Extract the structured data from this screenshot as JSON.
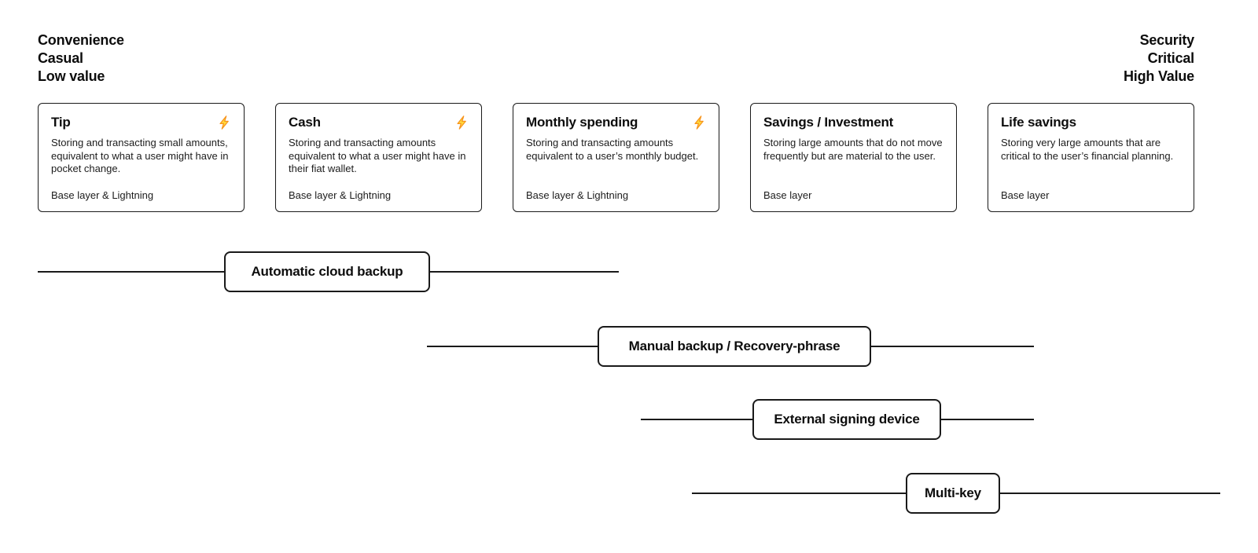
{
  "colors": {
    "background": "#ffffff",
    "text": "#0d0d0d",
    "border": "#1a1a1a",
    "lightning_fill": "#FFD83B",
    "lightning_stroke": "#F7941D"
  },
  "spectrum": {
    "left": {
      "lines": [
        "Convenience",
        "Casual",
        "Low value"
      ]
    },
    "right": {
      "lines": [
        "Security",
        "Critical",
        "High Value"
      ]
    }
  },
  "cards": [
    {
      "title": "Tip",
      "description": "Storing and transacting small amounts, equivalent to what a user might have in pocket change.",
      "layers": "Base layer & Lightning",
      "lightning_icon": true
    },
    {
      "title": "Cash",
      "description": "Storing and transacting amounts equivalent to what a user might have in their fiat wallet.",
      "layers": "Base layer & Lightning",
      "lightning_icon": true
    },
    {
      "title": "Monthly spending",
      "description": "Storing and transacting amounts equivalent to a user’s monthly budget.",
      "layers": "Base layer & Lightning",
      "lightning_icon": true
    },
    {
      "title": "Savings / Investment",
      "description": "Storing large amounts that do not move frequently but are material to the user.",
      "layers": "Base layer",
      "lightning_icon": false
    },
    {
      "title": "Life savings",
      "description": "Storing very large amounts that are critical to the user’s financial planning.",
      "layers": "Base layer",
      "lightning_icon": false
    }
  ],
  "timeline": [
    {
      "label": "Automatic cloud backup"
    },
    {
      "label": "Manual backup / Recovery-phrase"
    },
    {
      "label": "External signing device"
    },
    {
      "label": "Multi-key"
    }
  ]
}
